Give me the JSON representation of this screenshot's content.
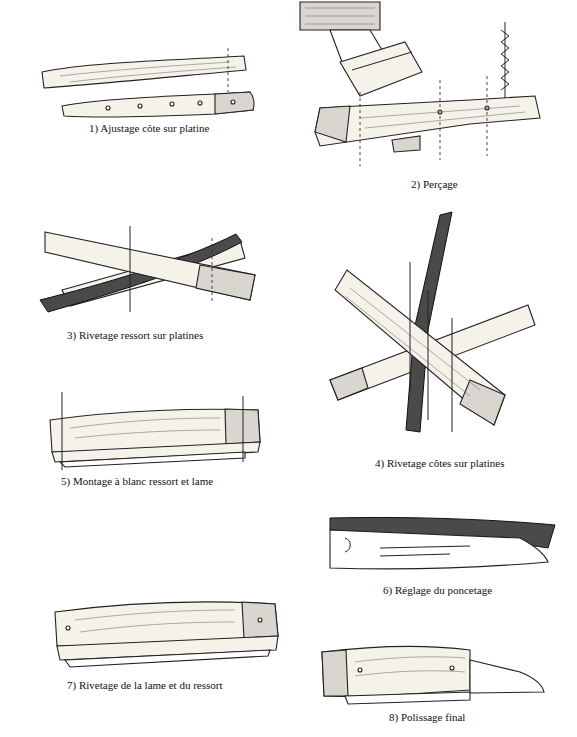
{
  "diagram": {
    "labels": [
      "1) Ajustage côte sur platine",
      "2) Perçage",
      "3) Rivetage ressort sur platines",
      "4) Rivetage côtes sur platines",
      "5) Montage à blanc ressort et lame",
      "6) Réglage du poncetage",
      "7) Rivetage de la lame et du ressort",
      "8) Polissage final"
    ]
  }
}
